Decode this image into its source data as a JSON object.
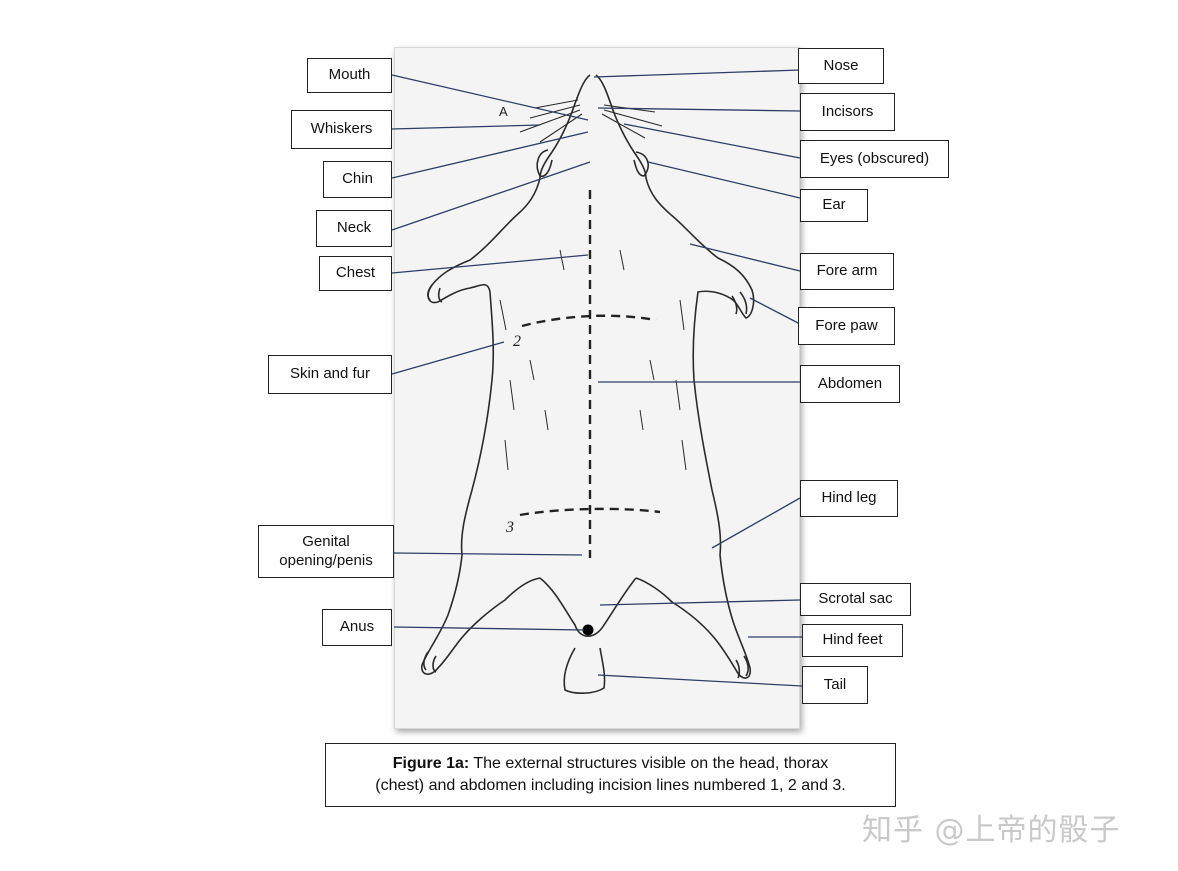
{
  "labels": {
    "mouth": "Mouth",
    "whiskers": "Whiskers",
    "chin": "Chin",
    "neck": "Neck",
    "chest": "Chest",
    "skin_and_fur": "Skin and fur",
    "genital_line1": "Genital",
    "genital_line2": "opening/penis",
    "anus": "Anus",
    "nose": "Nose",
    "incisors": "Incisors",
    "eyes": "Eyes (obscured)",
    "ear": "Ear",
    "fore_arm": "Fore arm",
    "fore_paw": "Fore paw",
    "abdomen": "Abdomen",
    "hind_leg": "Hind leg",
    "scrotal_sac": "Scrotal sac",
    "hind_feet": "Hind feet",
    "tail": "Tail"
  },
  "drawing_marks": {
    "mark_a": "A",
    "incision_2": "2",
    "incision_3": "3"
  },
  "caption": {
    "bold": "Figure 1a:",
    "line1_rest": " The external structures visible on the head, thorax",
    "line2": "(chest) and abdomen including incision lines numbered 1, 2 and 3."
  },
  "watermark": "知乎 @上帝的骰子",
  "colors": {
    "leader_line": "#2c3e66",
    "incision_line": "#222222",
    "sketch": "#2a2a2a"
  }
}
